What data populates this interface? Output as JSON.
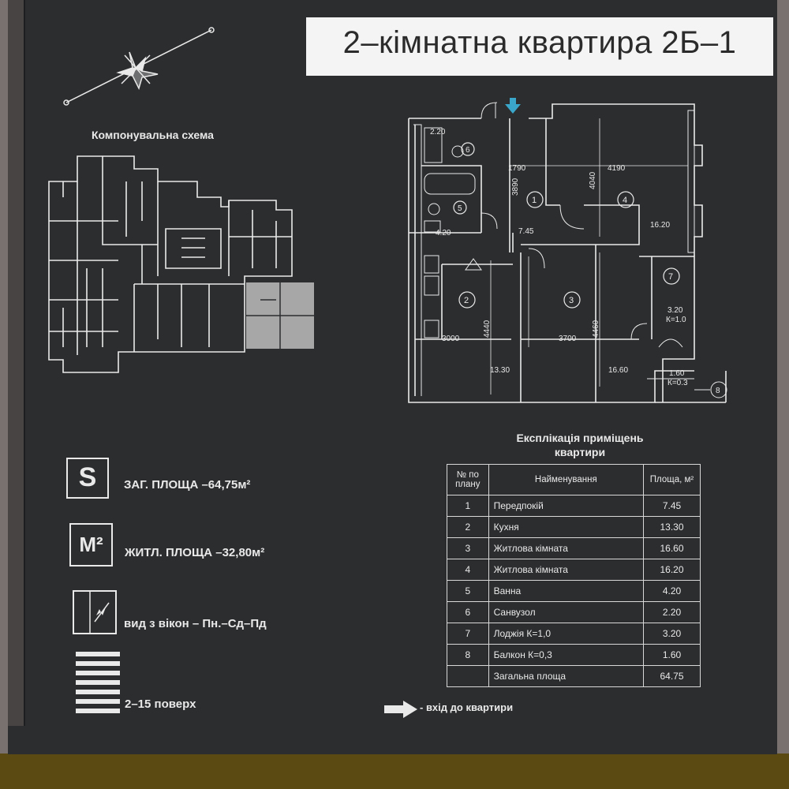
{
  "title": "2–кімнатна квартира 2Б–1",
  "schema_label": "Компонувальна схема",
  "total_area_text": "ЗАГ. ПЛОЩА –64,75м²",
  "living_area_text": "ЖИТЛ. ПЛОЩА –32,80м²",
  "view_text": "вид з вікон – Пн.–Сд–Пд",
  "floors_text": "2–15 поверх",
  "entry_text": "- вхід до квартири",
  "icons": {
    "total": "S",
    "living": "M²"
  },
  "explication": {
    "title_line1": "Експлікація приміщень",
    "title_line2": "квартири",
    "headers": {
      "num": "№ по плану",
      "name": "Найменування",
      "area": "Площа, м²"
    },
    "rows": [
      {
        "num": "1",
        "name": "Передпокій",
        "area": "7.45"
      },
      {
        "num": "2",
        "name": "Кухня",
        "area": "13.30"
      },
      {
        "num": "3",
        "name": "Житлова кімната",
        "area": "16.60"
      },
      {
        "num": "4",
        "name": "Житлова кімната",
        "area": "16.20"
      },
      {
        "num": "5",
        "name": "Ванна",
        "area": "4.20"
      },
      {
        "num": "6",
        "name": "Санвузол",
        "area": "2.20"
      },
      {
        "num": "7",
        "name": "Лоджія  К=1,0",
        "area": "3.20"
      },
      {
        "num": "8",
        "name": "Балкон  К=0,3",
        "area": "1.60"
      },
      {
        "num": "",
        "name": "Загальна площа",
        "area": "64.75"
      }
    ]
  },
  "plan": {
    "room_numbers": [
      "1",
      "2",
      "3",
      "4",
      "5",
      "6",
      "7",
      "8"
    ],
    "areas": {
      "r1": "7.45",
      "r2": "13.30",
      "r3": "16.60",
      "r4": "16.20",
      "r5": "4.20",
      "r6": "2.20",
      "r7": "3.20",
      "r8": "1.60"
    },
    "coefficients": {
      "r7": "К=1.0",
      "r8": "К=0.3"
    },
    "dimensions": {
      "d1790": "1790",
      "d3890": "3890",
      "d4040": "4040",
      "d4190": "4190",
      "d4440": "4440",
      "d3000": "3000",
      "d4460": "4460",
      "d3700": "3700"
    }
  },
  "colors": {
    "board": "#2c2d2f",
    "lines": "#e9e9e9",
    "entry_arrow": "#3aa6c9",
    "title_plate": "#f4f4f4"
  }
}
